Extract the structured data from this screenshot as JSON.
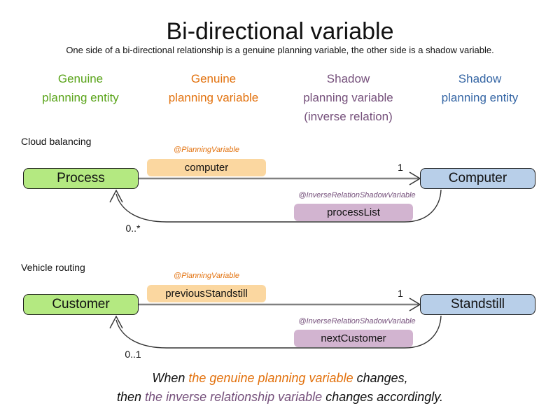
{
  "title": "Bi-directional variable",
  "subtitle": "One side of a bi-directional relationship is a genuine planning variable, the other side is a shadow variable.",
  "colors": {
    "genuine_entity_text": "#5aa41a",
    "genuine_variable_text": "#e2710d",
    "shadow_variable_text": "#75507b",
    "shadow_entity_text": "#3465a4",
    "entity_box_fill": "#b4e981",
    "shadow_entity_box_fill": "#b8cfe9",
    "variable_pill_fill": "#fbd7a0",
    "shadow_variable_pill_fill": "#d2b4d0",
    "connector_gray": "#808080"
  },
  "column_headers": [
    {
      "lines": [
        "Genuine",
        "planning entity"
      ]
    },
    {
      "lines": [
        "Genuine",
        "planning variable"
      ]
    },
    {
      "lines": [
        "Shadow",
        "planning variable",
        "(inverse relation)"
      ]
    },
    {
      "lines": [
        "Shadow",
        "planning entity"
      ]
    }
  ],
  "sections": [
    {
      "label": "Cloud balancing",
      "entity": "Process",
      "variable_annotation": "@PlanningVariable",
      "variable": "computer",
      "multiplicity_forward": "1",
      "shadow_entity": "Computer",
      "shadow_annotation": "@InverseRelationShadowVariable",
      "shadow_variable": "processList",
      "multiplicity_back": "0..*"
    },
    {
      "label": "Vehicle routing",
      "entity": "Customer",
      "variable_annotation": "@PlanningVariable",
      "variable": "previousStandstill",
      "multiplicity_forward": "1",
      "shadow_entity": "Standstill",
      "shadow_annotation": "@InverseRelationShadowVariable",
      "shadow_variable": "nextCustomer",
      "multiplicity_back": "0..1"
    }
  ],
  "footer": {
    "l1_black1": "When ",
    "l1_orange": "the genuine planning variable",
    "l1_black2": " changes,",
    "l2_black1": "then ",
    "l2_purple": "the inverse relationship variable",
    "l2_black2": " changes accordingly."
  }
}
